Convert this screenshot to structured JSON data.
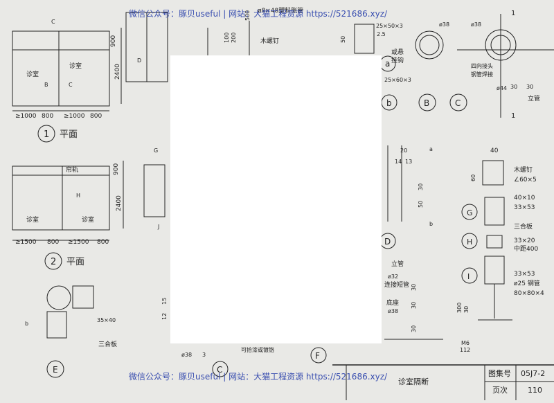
{
  "watermark": {
    "text": "微信公众号：豚贝useful | 网站：大猫工程资源 https://521686.xyz/"
  },
  "plan1": {
    "dim_top": "900",
    "dim_side": "2400",
    "rooms": [
      "诊室",
      "诊室"
    ],
    "bubbles": [
      "C",
      "D",
      "B",
      "C"
    ],
    "dims_bottom": [
      "≥1000",
      "800",
      "≥1000",
      "800"
    ],
    "number": "1",
    "title": "平面"
  },
  "plan2": {
    "dim_top": "900",
    "dim_side": "2400",
    "rail_label": "帘轨",
    "rooms": [
      "诊室",
      "诊室"
    ],
    "bubbles": [
      "G",
      "H",
      "J"
    ],
    "dims_bottom": [
      "≥1500",
      "800",
      "≥1500",
      "800"
    ],
    "number": "2",
    "title": "平面"
  },
  "top_center": {
    "note": "ø8×48塑料胀管",
    "wood_screw": "木螺钉",
    "dims": [
      "100",
      "200",
      "500",
      "50"
    ]
  },
  "detail_a": {
    "plate_top": "25×50×3",
    "dim": "2.5",
    "or_label": "或悬",
    "hook_label": "挂钩",
    "plate_bottom": "25×60×3",
    "bubble": "a"
  },
  "detail_b_small": {
    "bubble": "b"
  },
  "detail_B": {
    "bubble": "B",
    "pipe": "ø38"
  },
  "detail_C": {
    "bubble": "C",
    "pipe_top": "ø38",
    "pipe_bottom": "ø44",
    "joint_note": "四向接头",
    "steel_note": "钢管焊接",
    "section": "1",
    "column_label": "立管",
    "dims": [
      "30",
      "30"
    ]
  },
  "detail_right": {
    "width": "40",
    "dim_60": "60",
    "screw": "木螺钉",
    "angle": "∠60×5",
    "dim_40x10": "40×10",
    "dim_33x53_a": "33×53",
    "plywood": "三合板",
    "dim_33x20": "33×20",
    "spacing": "中距400",
    "dim_33x53_b": "33×53",
    "pipe": "ø25 钢管",
    "base": "80×80×4",
    "bolt": "M6",
    "bolt_len": "112",
    "dims_left": [
      "300",
      "30"
    ],
    "bubbles": [
      "G",
      "H",
      "I"
    ]
  },
  "middle_right": {
    "dims": [
      "20",
      "14",
      "13",
      "30",
      "50"
    ],
    "bubbles_small": [
      "a",
      "b"
    ],
    "bubble_D": "D",
    "column": "立管",
    "pipe32": "ø32",
    "connector": "连接短管",
    "base": "底座",
    "pipe38": "ø38",
    "dims_vert": [
      "30",
      "30",
      "30"
    ],
    "bubble_F": "F"
  },
  "left_middle": {
    "bubble_b": "b",
    "dim": "35×40",
    "plywood": "三合板",
    "bubble_E": "E",
    "dims": [
      "15",
      "12"
    ]
  },
  "bottom_center": {
    "dim": "ø38",
    "small": "3",
    "note": "可拾漆或镀铬",
    "bubble_C": "C"
  },
  "title_block": {
    "drawing_title": "诊室隔断",
    "atlas_label": "图集号",
    "atlas_value": "05J7-2",
    "page_label": "页次",
    "page_value": "110"
  }
}
